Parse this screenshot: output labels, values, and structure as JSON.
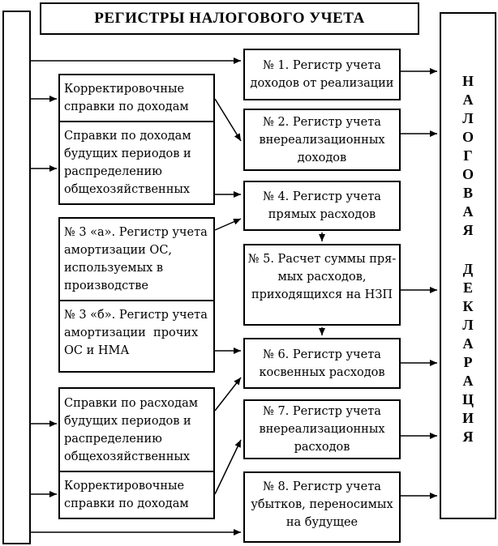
{
  "title": "РЕГИСТРЫ НАЛОГОВОГО УЧЕТА",
  "source_documents": {
    "corrective_income_top": "Корректировочные\nсправки по доходам",
    "future_income": "Справки по доходам\nбудущих периодов и\nраспределению\nобщехозяйственных",
    "reg_3a": "№ 3 «а». Регистр учета\nамортизации ОС,\nиспользуемых в\nпроизводстве",
    "reg_3b": "№ 3 «б». Регистр учета\nамортизации  прочих\nОС и НМА",
    "future_expenses": "Справки по расходам\nбудущих периодов и\nраспределению\nобщехозяйственных",
    "corrective_income_bottom": "Корректировочные\nсправки по доходам"
  },
  "registers": {
    "reg1": "№ 1. Регистр учета\nдоходов от реализации",
    "reg2": "№ 2. Регистр учета\nвнереализационных\nдоходов",
    "reg4": "№ 4. Регистр учета\nпрямых расходов",
    "reg5": "№ 5. Расчет суммы пря-\nмых расходов,\nприходящихся на НЗП",
    "reg6": "№ 6. Регистр учета\nкосвенных расходов",
    "reg7": "№ 7. Регистр учета\nвнереализационных\nрасходов",
    "reg8": "№ 8. Регистр учета\nубытков, переносимых\nна будущее"
  },
  "declaration": {
    "line1": "НАЛОГОВАЯ",
    "line2": "ДЕКЛАРАЦИЯ"
  },
  "colors": {
    "ink": "#000000",
    "background": "#ffffff"
  }
}
